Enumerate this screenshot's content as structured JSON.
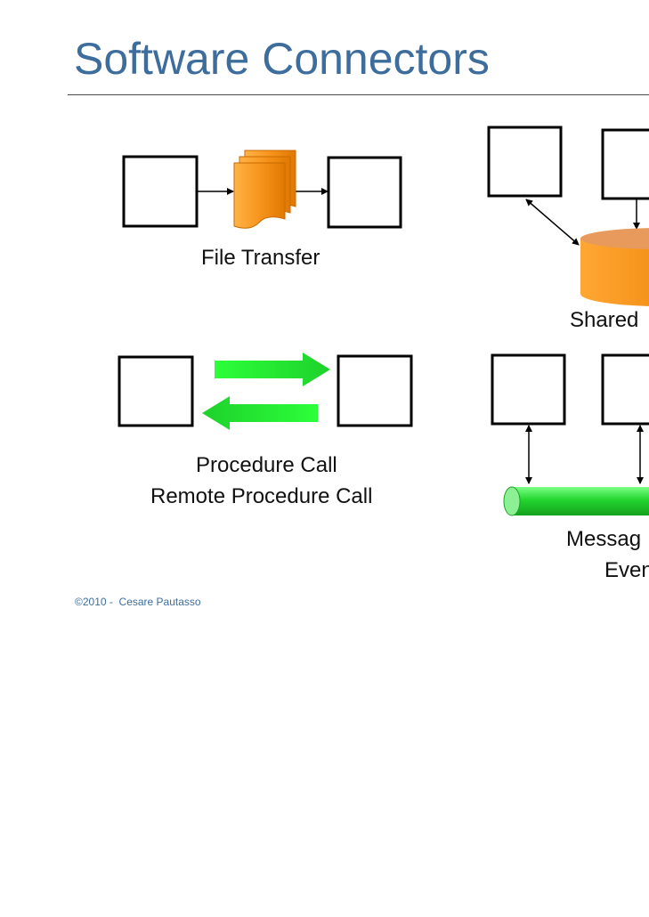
{
  "slide": {
    "title": "Software Connectors",
    "footer": "©2010 -  Cesare Pautasso"
  },
  "diagram": {
    "labels": {
      "file_transfer": "File Transfer",
      "shared": "Shared",
      "procedure_call": "Procedure Call",
      "remote_procedure_call": "Remote Procedure Call",
      "message": "Messag",
      "event": "Even"
    },
    "colors": {
      "title_blue": "#3d6d9c",
      "orange": "#f4931e",
      "green": "#22dd33",
      "box_stroke": "#000000"
    }
  }
}
